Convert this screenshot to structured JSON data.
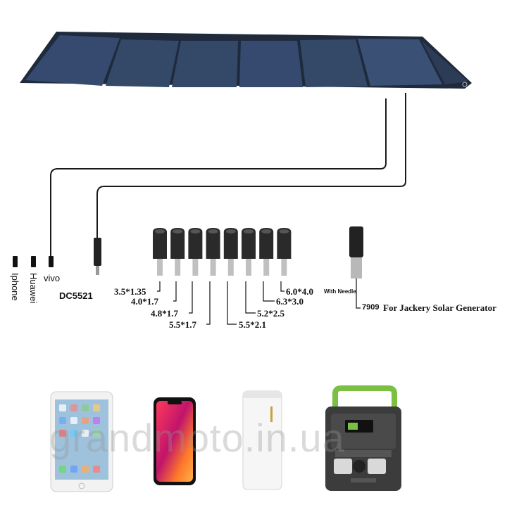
{
  "connectors": {
    "dc5521": "DC5521",
    "iphone": "Iphone",
    "huawei": "Huawei",
    "vivo": "vivo",
    "tips": [
      {
        "size": "3.5*1.35",
        "note": ""
      },
      {
        "size": "4.0*1.7",
        "note": ""
      },
      {
        "size": "4.8*1.7",
        "note": ""
      },
      {
        "size": "5.5*1.7",
        "note": ""
      },
      {
        "size": "5.5*2.1",
        "note": ""
      },
      {
        "size": "5.2*2.5",
        "note": ""
      },
      {
        "size": "6.3*3.0",
        "note": ""
      },
      {
        "size": "6.0*4.0",
        "note": "With Needle"
      }
    ],
    "jackery_code": "7909",
    "jackery_desc": "For Jackery Solar Generator"
  },
  "devices": [
    "tablet",
    "smartphone",
    "power-bank",
    "portable-power-station"
  ],
  "watermark": "grandmoto.in.ua",
  "colors": {
    "panel": "#2f4060",
    "panel_frame": "#1f2a3d",
    "cable": "#1a1a1a",
    "tip": "#2a2a2a",
    "green": "#7bc043"
  }
}
